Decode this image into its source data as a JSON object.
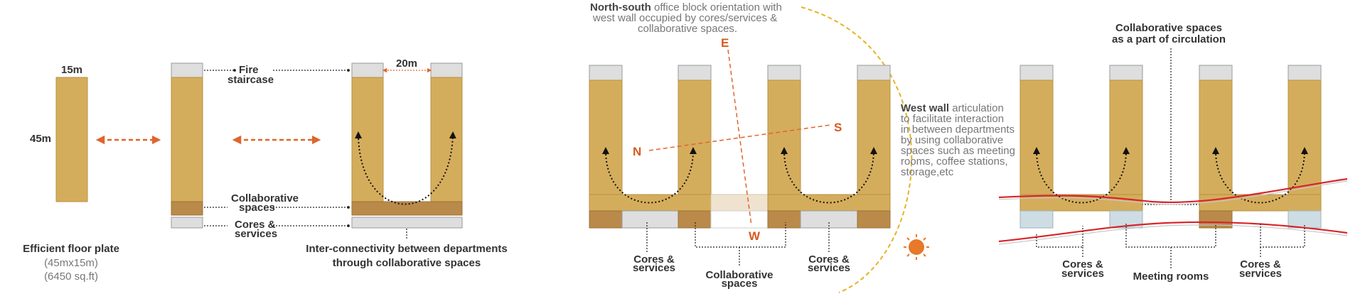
{
  "colors": {
    "block": "#d4ad5c",
    "block_stroke": "#b99142",
    "collab": "#b98a4a",
    "grey_cap": "#dedede",
    "grey_stroke": "#9a9a9a",
    "orange": "#e0652a",
    "orange_text": "#d65a1f",
    "sun": "#e8782a",
    "sun_path": "#e7b225",
    "red_line": "#d9242a",
    "light_blue": "#cddde3",
    "text_dark": "#333333",
    "text_grey": "#777777"
  },
  "panel1": {
    "width_label": "15m",
    "height_label": "45m",
    "title": "Efficient floor plate",
    "sub1": "(45mx15m)",
    "sub2": "(6450 sq.ft)"
  },
  "panel2": {
    "fire_label_1": "Fire",
    "fire_label_2": "staircase",
    "collab_label_1": "Collaborative",
    "collab_label_2": "spaces",
    "cores_label_1": "Cores &",
    "cores_label_2": "services"
  },
  "panel3": {
    "gap_label": "20m",
    "caption_1": "Inter-connectivity between departments",
    "caption_2": "through collaborative spaces"
  },
  "panel4": {
    "heading_bold": "North-south",
    "heading_rest": " office block orientation with",
    "heading_line2": "west wall occupied by cores/services &",
    "heading_line3": "collaborative spaces.",
    "compass_e": "E",
    "compass_w": "W",
    "compass_n": "N",
    "compass_s": "S",
    "cores_left_1": "Cores &",
    "cores_left_2": "services",
    "collab_1": "Collaborative",
    "collab_2": "spaces",
    "cores_right_1": "Cores &",
    "cores_right_2": "services"
  },
  "west_wall": {
    "bold": "West wall",
    "rest": " articulation",
    "lines": [
      "to facilitate interaction",
      "in between departments",
      "by using collaborative",
      "spaces such as meeting",
      "rooms, coffee stations,",
      "storage,etc"
    ]
  },
  "panel5": {
    "top_1": "Collaborative spaces",
    "top_2": "as a part of circulation",
    "cores_left_1": "Cores &",
    "cores_left_2": "services",
    "meeting": "Meeting rooms",
    "cores_right_1": "Cores &",
    "cores_right_2": "services"
  }
}
